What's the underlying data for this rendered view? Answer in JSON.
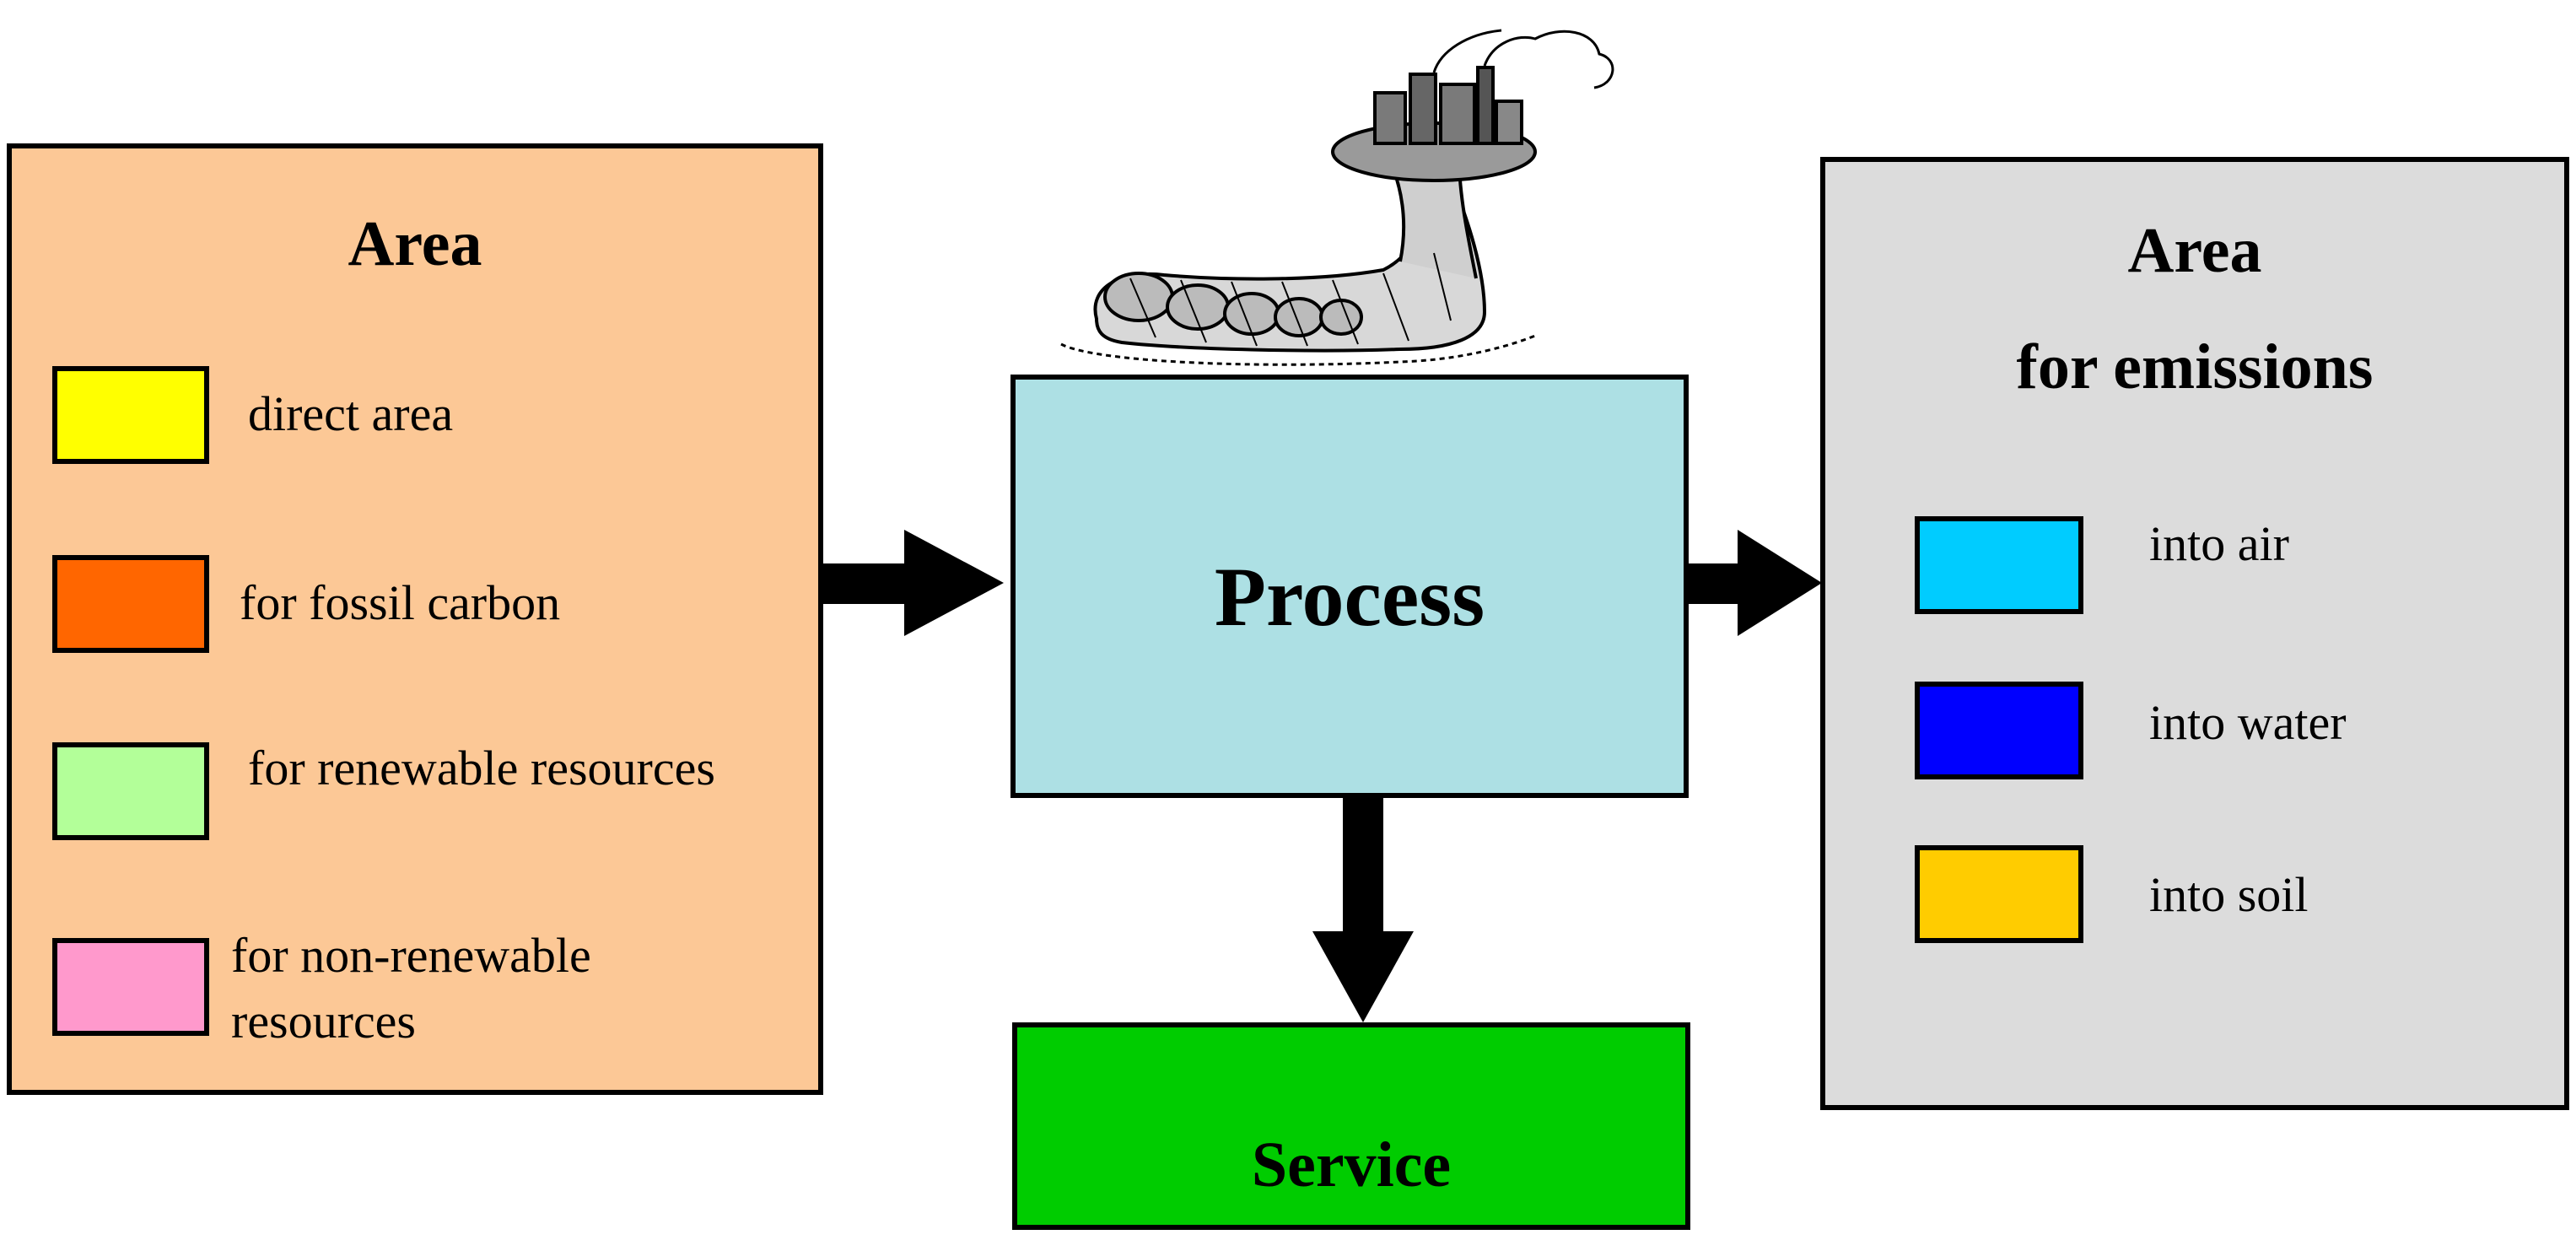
{
  "left_panel": {
    "title": "Area",
    "color": "#FCC896",
    "items": [
      {
        "label": "direct area",
        "color": "#FFFF00"
      },
      {
        "label": "for fossil carbon",
        "color": "#FF6600"
      },
      {
        "label": "for renewable resources",
        "color": "#B3FF99"
      },
      {
        "label": "for non-renewable resources",
        "color": "#FF99CC"
      }
    ]
  },
  "process": {
    "label": "Process",
    "color": "#ADE0E4"
  },
  "service": {
    "label": "Service",
    "color": "#00CC00"
  },
  "right_panel": {
    "title": "Area",
    "subtitle": "for emissions",
    "color": "#DCDCDC",
    "items": [
      {
        "label": "into air",
        "color": "#00CCFF"
      },
      {
        "label": "into water",
        "color": "#0000FF"
      },
      {
        "label": "into soil",
        "color": "#FFCC00"
      }
    ]
  },
  "illustration": {
    "icon": "footprint-factory-icon"
  }
}
